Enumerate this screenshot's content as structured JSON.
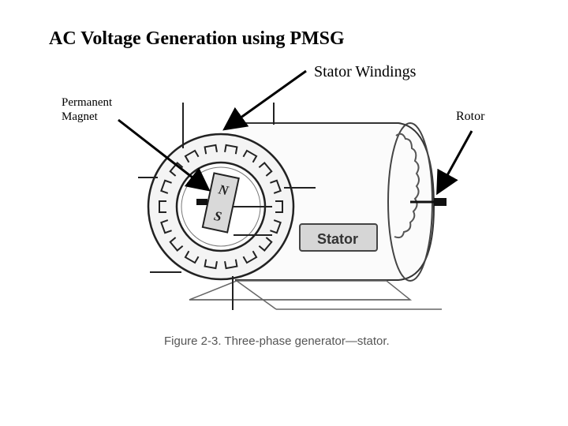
{
  "slide": {
    "title": "AC Voltage Generation using PMSG"
  },
  "labels": {
    "stator_windings": "Stator Windings",
    "permanent_magnet_line1": "Permanent",
    "permanent_magnet_line2": "Magnet",
    "rotor": "Rotor"
  },
  "figure": {
    "stator_box_text": "Stator",
    "magnet_north": "N",
    "magnet_south": "S",
    "caption": "Figure 2-3.  Three-phase generator—stator."
  }
}
